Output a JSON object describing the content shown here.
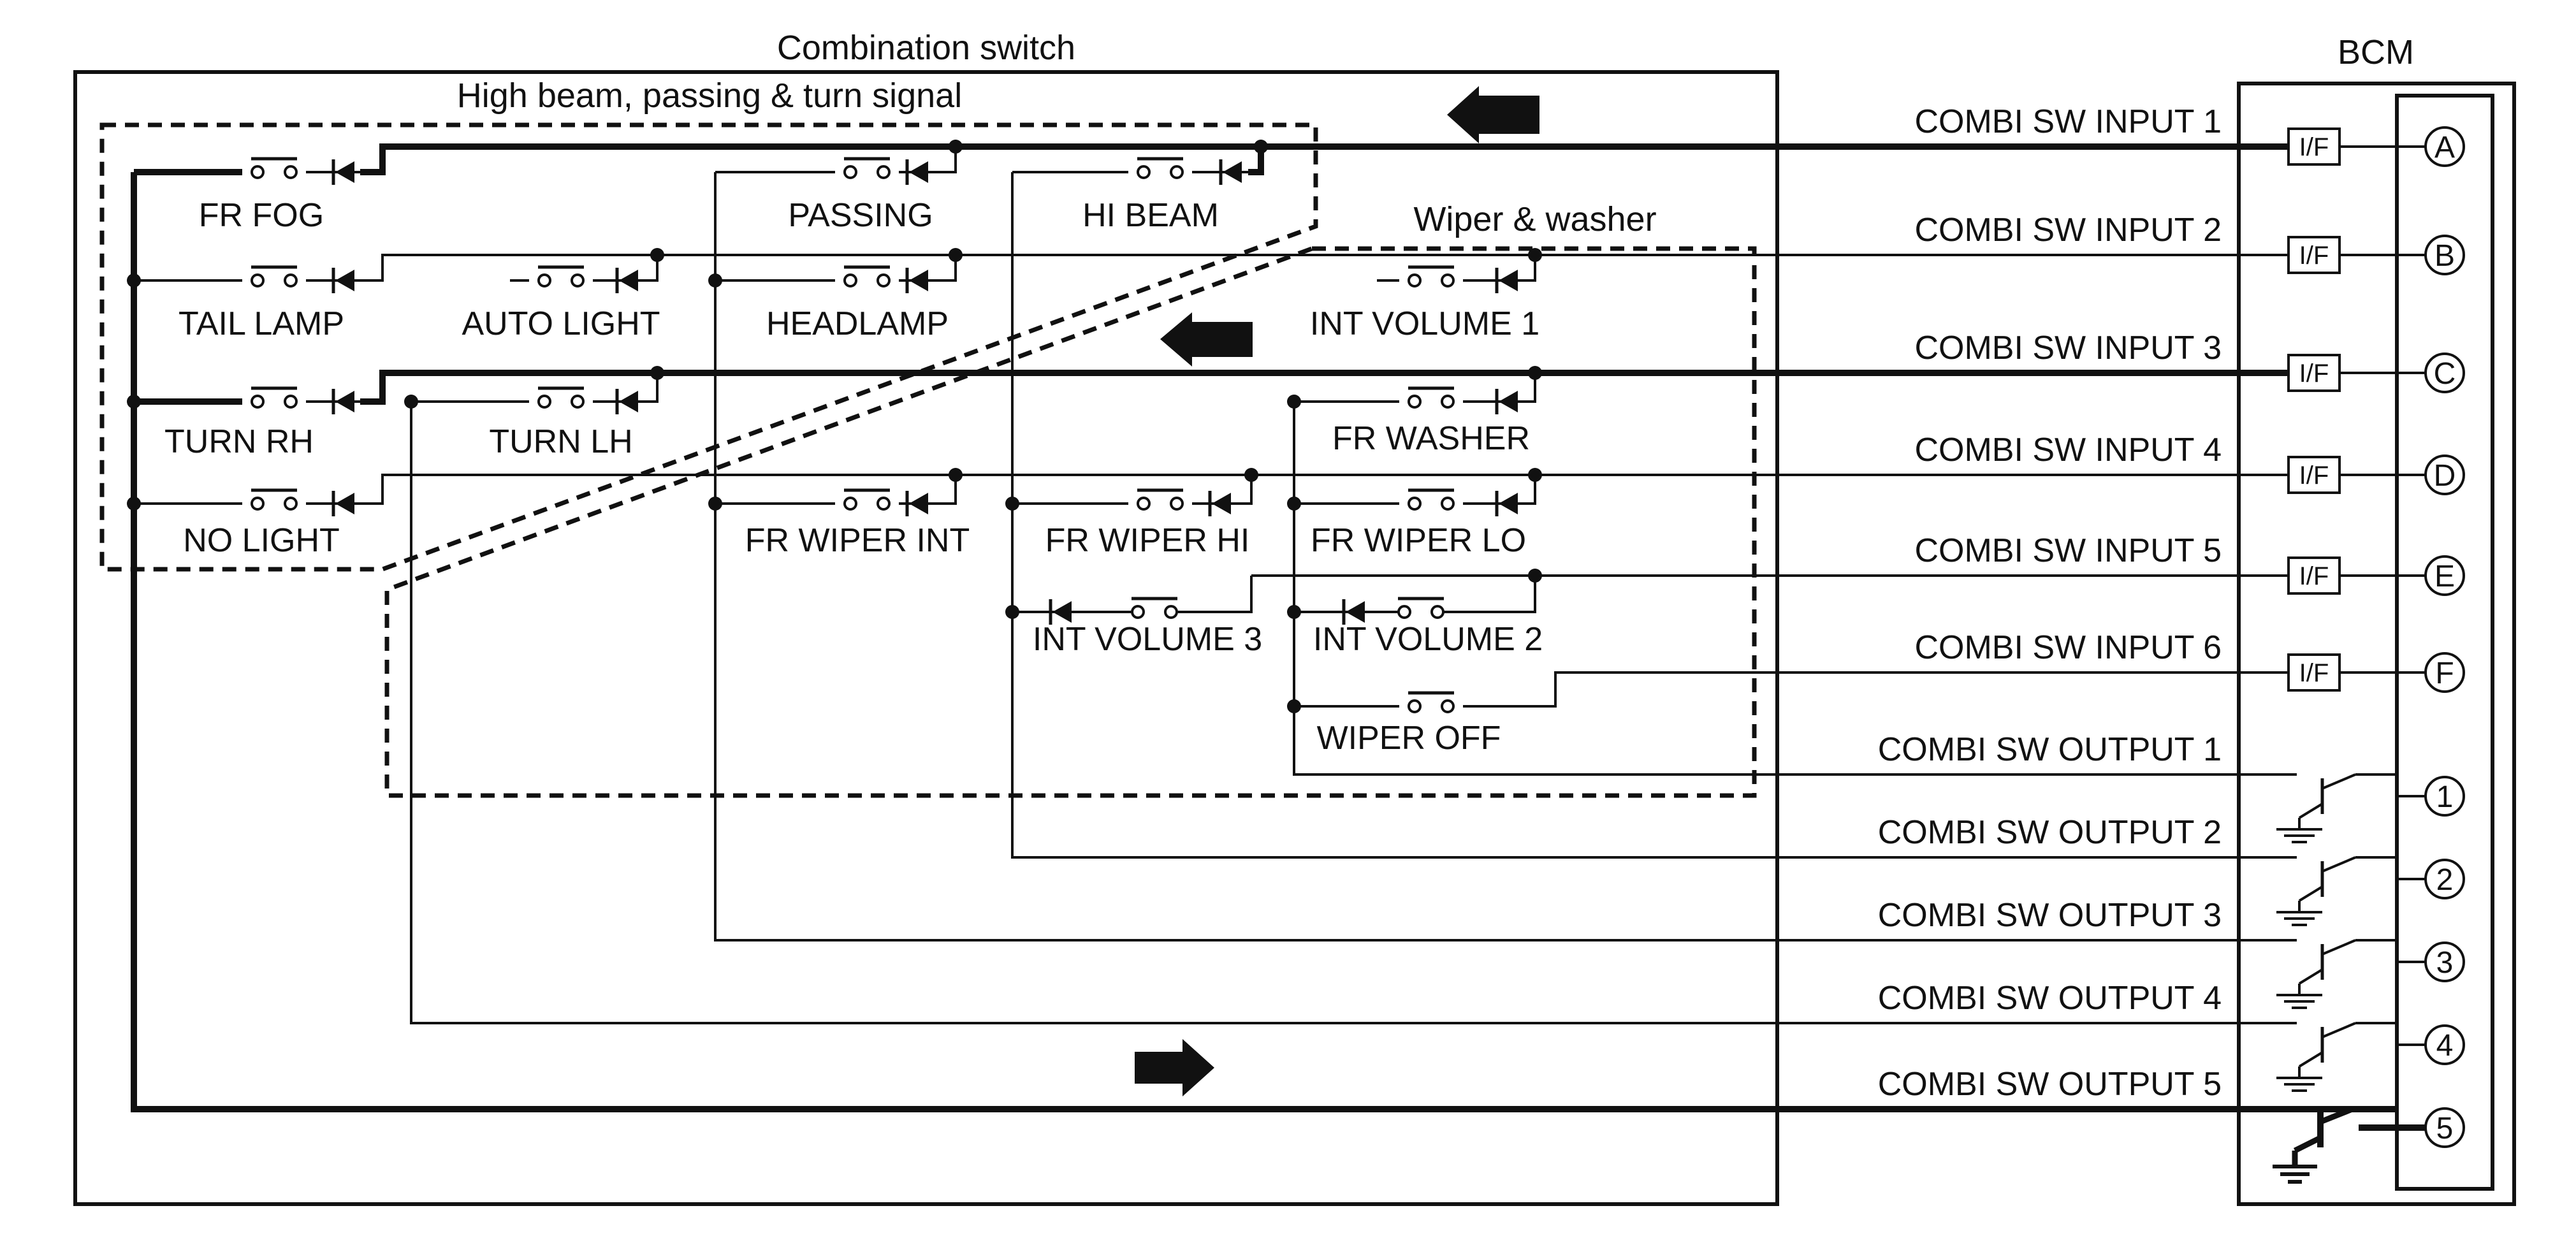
{
  "titles": {
    "combination_switch": "Combination switch",
    "hi_beam_group": "High beam, passing & turn signal",
    "wiper_group": "Wiper & washer",
    "bcm": "BCM"
  },
  "switches": {
    "fr_fog": "FR FOG",
    "tail_lamp": "TAIL LAMP",
    "turn_rh": "TURN RH",
    "no_light": "NO LIGHT",
    "auto_light": "AUTO LIGHT",
    "turn_lh": "TURN LH",
    "passing": "PASSING",
    "headlamp": "HEADLAMP",
    "fr_wiper_int": "FR WIPER INT",
    "hi_beam": "HI BEAM",
    "fr_wiper_hi": "FR WIPER HI",
    "int_volume_3": "INT VOLUME 3",
    "int_volume_1": "INT VOLUME 1",
    "fr_washer": "FR WASHER",
    "fr_wiper_lo": "FR WIPER LO",
    "int_volume_2": "INT VOLUME 2",
    "wiper_off": "WIPER OFF"
  },
  "signals": {
    "in1": "COMBI SW INPUT 1",
    "in2": "COMBI SW INPUT 2",
    "in3": "COMBI SW INPUT 3",
    "in4": "COMBI SW INPUT 4",
    "in5": "COMBI SW INPUT 5",
    "in6": "COMBI SW INPUT 6",
    "out1": "COMBI SW OUTPUT 1",
    "out2": "COMBI SW OUTPUT 2",
    "out3": "COMBI SW OUTPUT 3",
    "out4": "COMBI SW OUTPUT 4",
    "out5": "COMBI SW OUTPUT 5"
  },
  "interface_label": "I/F",
  "pins": {
    "a": "A",
    "b": "B",
    "c": "C",
    "d": "D",
    "e": "E",
    "f": "F",
    "p1": "1",
    "p2": "2",
    "p3": "3",
    "p4": "4",
    "p5": "5"
  },
  "active_path": [
    "COMBI SW OUTPUT 5",
    "TURN RH",
    "FR FOG",
    "COMBI SW INPUT 1",
    "COMBI SW INPUT 3"
  ]
}
